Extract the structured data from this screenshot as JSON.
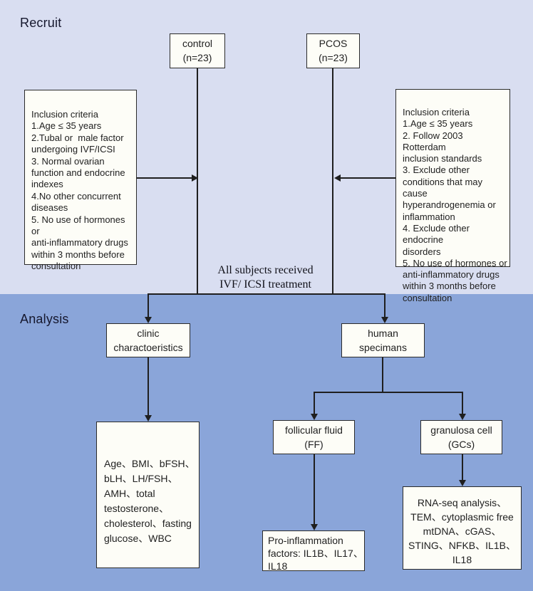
{
  "colors": {
    "recruit_bg": "#d9def1",
    "analysis_bg": "#8aa5d9",
    "box_fill": "#fdfdf7",
    "line_color": "#1f1f1f"
  },
  "sections": {
    "recruit_label": "Recruit",
    "analysis_label": "Analysis"
  },
  "nodes": {
    "control": "control\n(n=23)",
    "pcos": "PCOS\n(n=23)",
    "control_criteria": "Inclusion criteria\n1.Age ≤ 35 years\n2.Tubal or  male factor\nundergoing IVF/ICSI\n3. Normal ovarian\nfunction and endocrine\nindexes\n4.No other concurrent\ndiseases\n5. No use of hormones or\nanti-inflammatory drugs\nwithin 3 months before\nconsultation",
    "pcos_criteria": "Inclusion criteria\n1.Age ≤ 35 years\n2. Follow 2003  Rotterdam\ninclusion standards\n3. Exclude other\nconditions that may cause\nhyperandrogenemia or\ninflammation\n4. Exclude other endocrine\ndisorders\n5. No use of hormones or\nanti-inflammatory drugs\nwithin 3 months before\nconsultation",
    "treatment_note": "All subjects received\nIVF/ ICSI treatment",
    "clinic_characteristics": "clinic\ncharactoeristics",
    "human_specimens": "human\nspecimans",
    "clinic_measures": "Age、BMI、bFSH、\nbLH、LH/FSH、\nAMH、total\ntestosterone、\ncholesterol、fasting\nglucose、WBC",
    "follicular_fluid": "follicular fluid\n(FF)",
    "granulosa_cell": "granulosa cell\n(GCs)",
    "ff_factors": "Pro-inflammation\nfactors: IL1B、IL17、\nIL18",
    "gc_analyses": "RNA-seq analysis、\nTEM、cytoplasmic free\nmtDNA、cGAS、\nSTING、NFKB、IL1B、\nIL18"
  }
}
